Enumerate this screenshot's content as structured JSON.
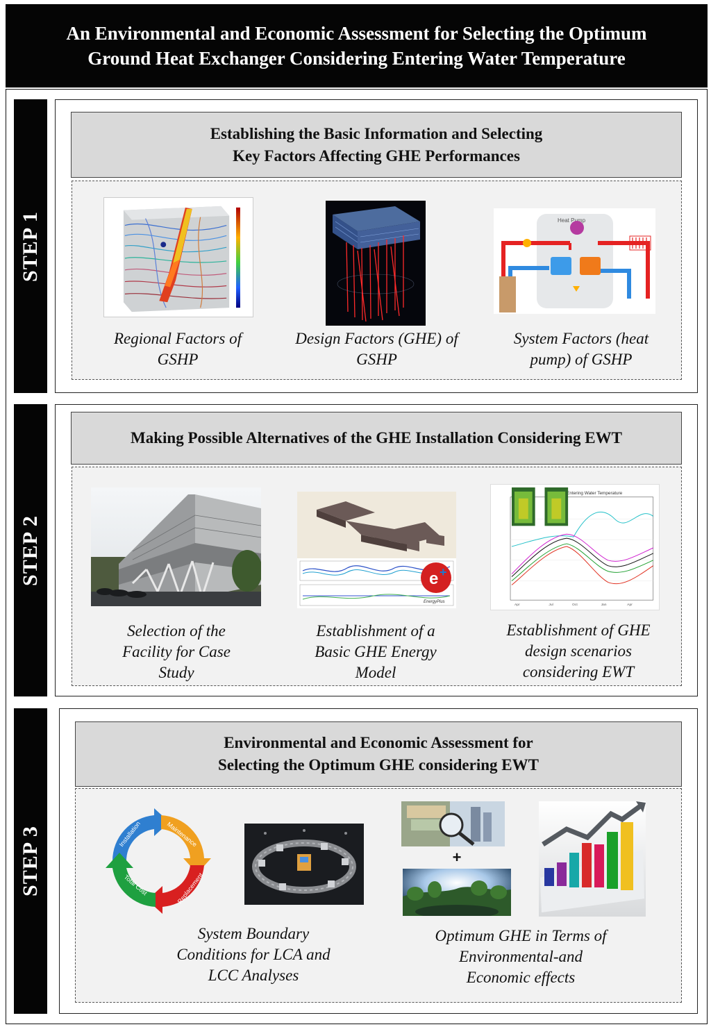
{
  "title": {
    "line1": "An Environmental and Economic Assessment for Selecting the Optimum",
    "line2": "Ground Heat Exchanger Considering Entering Water Temperature"
  },
  "steps": [
    {
      "label": "STEP 1",
      "heading": [
        "Establishing the Basic Information and Selecting",
        "Key Factors Affecting GHE Performances"
      ],
      "items": [
        {
          "caption": [
            "Regional Factors of",
            "GSHP"
          ],
          "image": "groundwater-flow-simulation-image"
        },
        {
          "caption": [
            "Design Factors (GHE) of",
            "GSHP"
          ],
          "image": "ghe-borehole-field-render-image"
        },
        {
          "caption": [
            "System Factors (heat",
            "pump) of GSHP"
          ],
          "image": "heat-pump-schematic-image",
          "image_text": "Heat Pump"
        }
      ]
    },
    {
      "label": "STEP 2",
      "heading": [
        "Making Possible Alternatives of the GHE Installation Considering EWT"
      ],
      "items": [
        {
          "caption": [
            "Selection of the",
            "Facility for Case",
            "Study"
          ],
          "image": "facility-building-photo"
        },
        {
          "caption": [
            "Establishment of a",
            "Basic GHE Energy",
            "Model"
          ],
          "image": "energyplus-model-image",
          "image_text": "EnergyPlus"
        },
        {
          "caption": [
            "Establishment of GHE",
            "design scenarios",
            "considering EWT"
          ],
          "image": "ewt-temperature-chart-image",
          "image_text": "Entering Water Temperature"
        }
      ]
    },
    {
      "label": "STEP 3",
      "heading": [
        "Environmental and Economic Assessment for",
        "Selecting the Optimum GHE considering EWT"
      ],
      "items": [
        {
          "caption": [
            "System Boundary",
            "Conditions for LCA and",
            "LCC Analyses"
          ],
          "image": "lifecycle-cycle-diagram",
          "cycle_labels": [
            "Installation",
            "Maintenance",
            "Replacement",
            "Total Cost"
          ]
        },
        {
          "caption": [
            "Optimum GHE in Terms of",
            "Environmental-and",
            "Economic effects"
          ],
          "image": "economic-environmental-images",
          "plus": "+"
        }
      ]
    }
  ]
}
